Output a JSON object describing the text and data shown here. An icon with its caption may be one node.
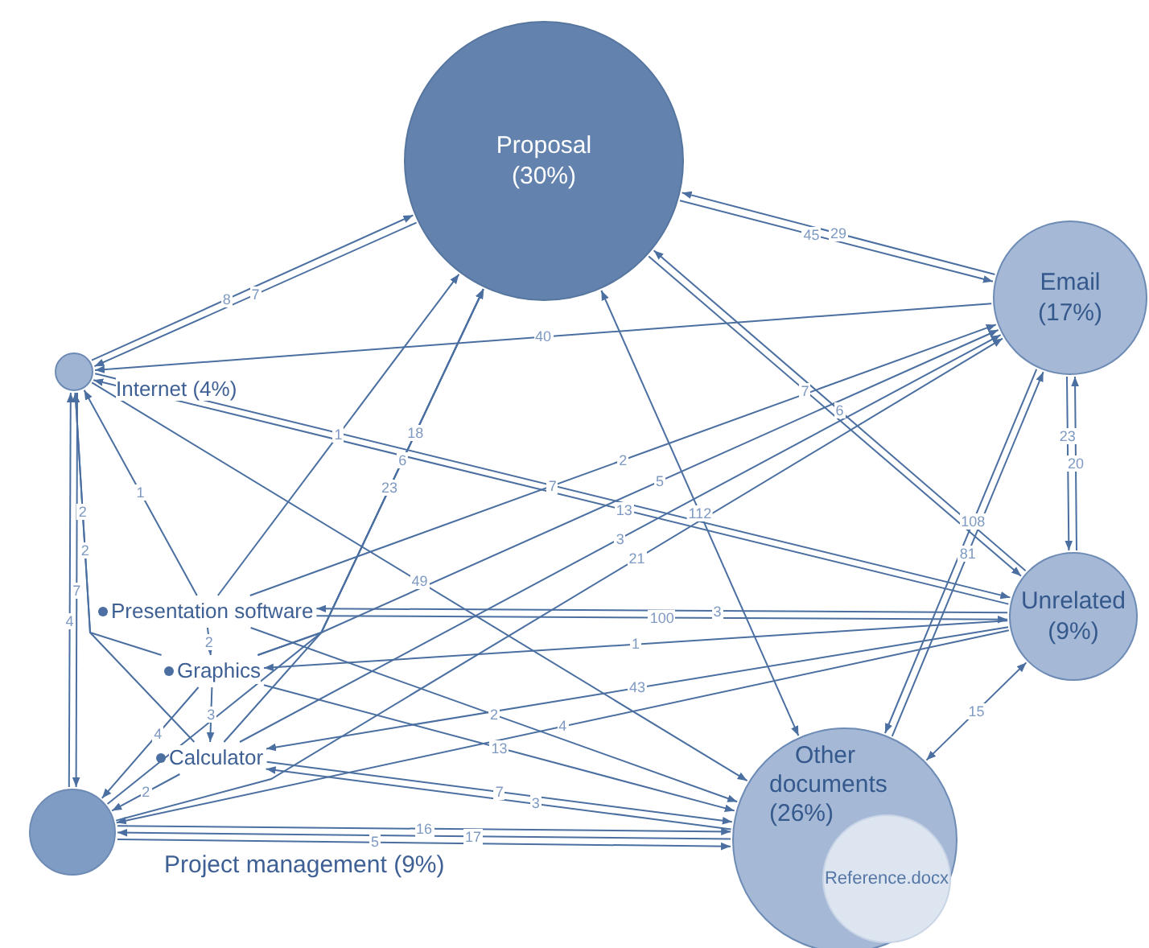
{
  "diagram": {
    "nodes": [
      {
        "text": [
          "Proposal (30%)"
        ]
      },
      {
        "text": [
          "Email (17%)"
        ]
      },
      {
        "text": [
          "Internet (4%)"
        ]
      },
      {
        "text": [
          "Unrelated (9%)"
        ]
      },
      {
        "text": [
          "Presentation software"
        ]
      },
      {
        "text": [
          "Graphics"
        ]
      },
      {
        "text": [
          "Calculator"
        ]
      },
      {
        "text": [
          "Project management (9%)"
        ]
      },
      {
        "text": [
          "Other documents (26%)"
        ]
      },
      {
        "text": [
          "Reference.docx"
        ],
        "in": 8
      }
    ],
    "edges": [
      {
        "from": 0,
        "to": 2,
        "arrow": "to",
        "label": "7"
      },
      {
        "from": 2,
        "to": 0,
        "arrow": "to",
        "label": "8"
      },
      {
        "from": 1,
        "to": 0,
        "arrow": "to",
        "label": "29"
      },
      {
        "from": 0,
        "to": 1,
        "arrow": "to",
        "label": "45"
      },
      {
        "from": 1,
        "to": 2,
        "arrow": "to",
        "label": "40"
      },
      {
        "from": 3,
        "to": 0,
        "arrow": "to",
        "label": "6"
      },
      {
        "from": 0,
        "to": 3,
        "arrow": "to",
        "label": "7"
      },
      {
        "from": 0,
        "to": 8,
        "arrow": "both",
        "label": "112"
      },
      {
        "from": 3,
        "to": 1,
        "arrow": "to",
        "label": "20"
      },
      {
        "from": 1,
        "to": 3,
        "arrow": "to",
        "label": "23"
      },
      {
        "from": 8,
        "to": 1,
        "arrow": "to",
        "label": "81"
      },
      {
        "from": 1,
        "to": 8,
        "arrow": "to",
        "label": "108"
      },
      {
        "from": 3,
        "to": 8,
        "arrow": "both",
        "label": "15"
      },
      {
        "from": 2,
        "to": 3,
        "arrow": "to",
        "label": "7"
      },
      {
        "from": 3,
        "to": 2,
        "arrow": "to",
        "label": "13"
      },
      {
        "from": 2,
        "to": 8,
        "arrow": "to",
        "label": "49"
      },
      {
        "from": 2,
        "to": 7,
        "arrow": "to",
        "label": "7"
      },
      {
        "from": 7,
        "to": 2,
        "arrow": "to",
        "label": "4"
      },
      {
        "from": 4,
        "to": 2,
        "arrow": "to",
        "label": "1"
      },
      {
        "from": 5,
        "to": 2,
        "arrow": "to",
        "label": "2"
      },
      {
        "from": 6,
        "to": 2,
        "arrow": "to",
        "label": "2"
      },
      {
        "from": 4,
        "to": 0,
        "arrow": "to",
        "label": "1"
      },
      {
        "from": 5,
        "to": 0,
        "arrow": "to",
        "label": "6"
      },
      {
        "from": 6,
        "to": 0,
        "arrow": "to",
        "label": "23"
      },
      {
        "from": 7,
        "to": 0,
        "arrow": "to",
        "label": "18"
      },
      {
        "from": 4,
        "to": 1,
        "arrow": "to",
        "label": "2"
      },
      {
        "from": 5,
        "to": 1,
        "arrow": "to",
        "label": "5"
      },
      {
        "from": 6,
        "to": 1,
        "arrow": "to",
        "label": "3"
      },
      {
        "from": 7,
        "to": 1,
        "arrow": "to",
        "label": "21"
      },
      {
        "from": 4,
        "to": 3,
        "arrow": "to",
        "label": "100"
      },
      {
        "from": 3,
        "to": 5,
        "arrow": "to",
        "label": "1"
      },
      {
        "from": 3,
        "to": 6,
        "arrow": "to",
        "label": "43"
      },
      {
        "from": 3,
        "to": 7,
        "arrow": "to",
        "label": "4"
      },
      {
        "from": 4,
        "to": 8,
        "arrow": "to",
        "label": "2"
      },
      {
        "from": 5,
        "to": 8,
        "arrow": "to",
        "label": "13"
      },
      {
        "from": 4,
        "to": 5,
        "arrow": "to",
        "label": "2"
      },
      {
        "from": 5,
        "to": 7,
        "arrow": "to",
        "label": "4"
      },
      {
        "from": 6,
        "to": 7,
        "arrow": "to",
        "label": "2"
      },
      {
        "from": 6,
        "to": 8,
        "arrow": "to",
        "label": "7"
      },
      {
        "from": 8,
        "to": 6,
        "arrow": "to",
        "label": "3"
      },
      {
        "from": 7,
        "to": 8,
        "arrow": "to",
        "label": "16"
      },
      {
        "from": 8,
        "to": 7,
        "arrow": "to",
        "label": "17"
      },
      {
        "from": 7,
        "to": 8,
        "arrow": "to",
        "label": "5"
      },
      {
        "from": 5,
        "to": 6,
        "arrow": "to",
        "label": "3"
      },
      {
        "from": 3,
        "to": 4,
        "arrow": "to",
        "label": "3"
      }
    ]
  }
}
